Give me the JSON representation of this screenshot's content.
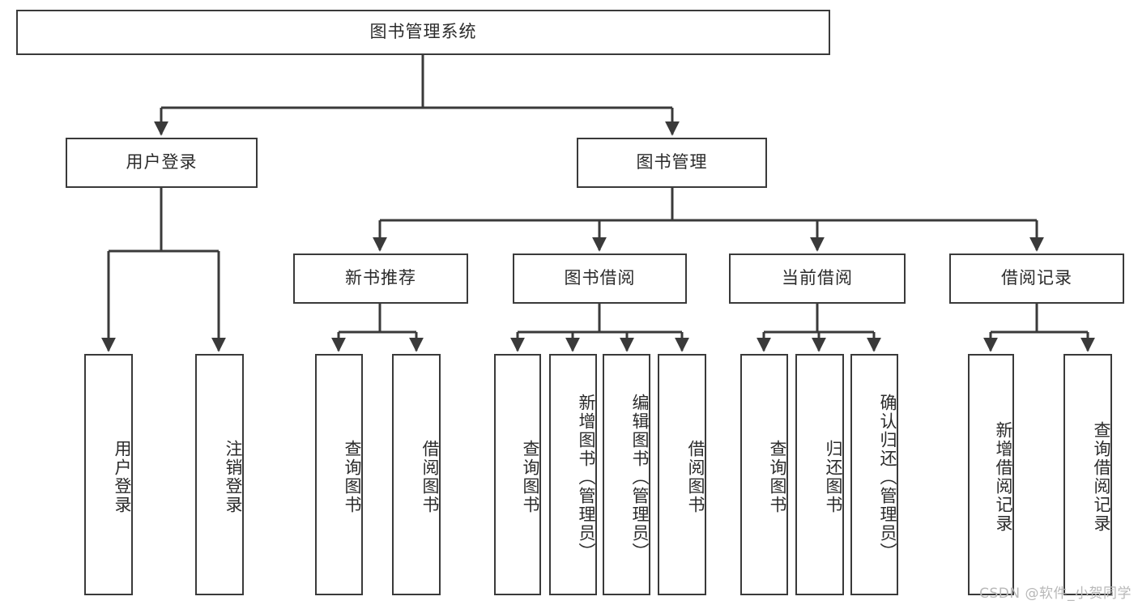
{
  "diagram": {
    "type": "tree-hierarchy",
    "title": "图书管理系统",
    "edge_color": "#3a3a3a",
    "box_border_color": "#3a3a3a",
    "text_color": "#2b2b2b",
    "background": "#ffffff",
    "root": {
      "label": "图书管理系统"
    },
    "level2": [
      {
        "label": "用户登录"
      },
      {
        "label": "图书管理"
      }
    ],
    "level3": [
      {
        "label": "新书推荐"
      },
      {
        "label": "图书借阅"
      },
      {
        "label": "当前借阅"
      },
      {
        "label": "借阅记录"
      }
    ],
    "leaves": {
      "user_login": [
        {
          "label": "用户登录"
        },
        {
          "label": "注销登录"
        }
      ],
      "new_book_recommend": [
        {
          "label": "查询图书"
        },
        {
          "label": "借阅图书"
        }
      ],
      "book_borrow": [
        {
          "label": "查询图书"
        },
        {
          "label": "新增图书（管理员）"
        },
        {
          "label": "编辑图书（管理员）"
        },
        {
          "label": "借阅图书"
        }
      ],
      "current_borrow": [
        {
          "label": "查询图书"
        },
        {
          "label": "归还图书"
        },
        {
          "label": "确认归还（管理员）"
        }
      ],
      "borrow_record": [
        {
          "label": "新增借阅记录"
        },
        {
          "label": "查询借阅记录"
        }
      ]
    }
  },
  "watermark": {
    "text": "CSDN @软件_小贺同学"
  }
}
